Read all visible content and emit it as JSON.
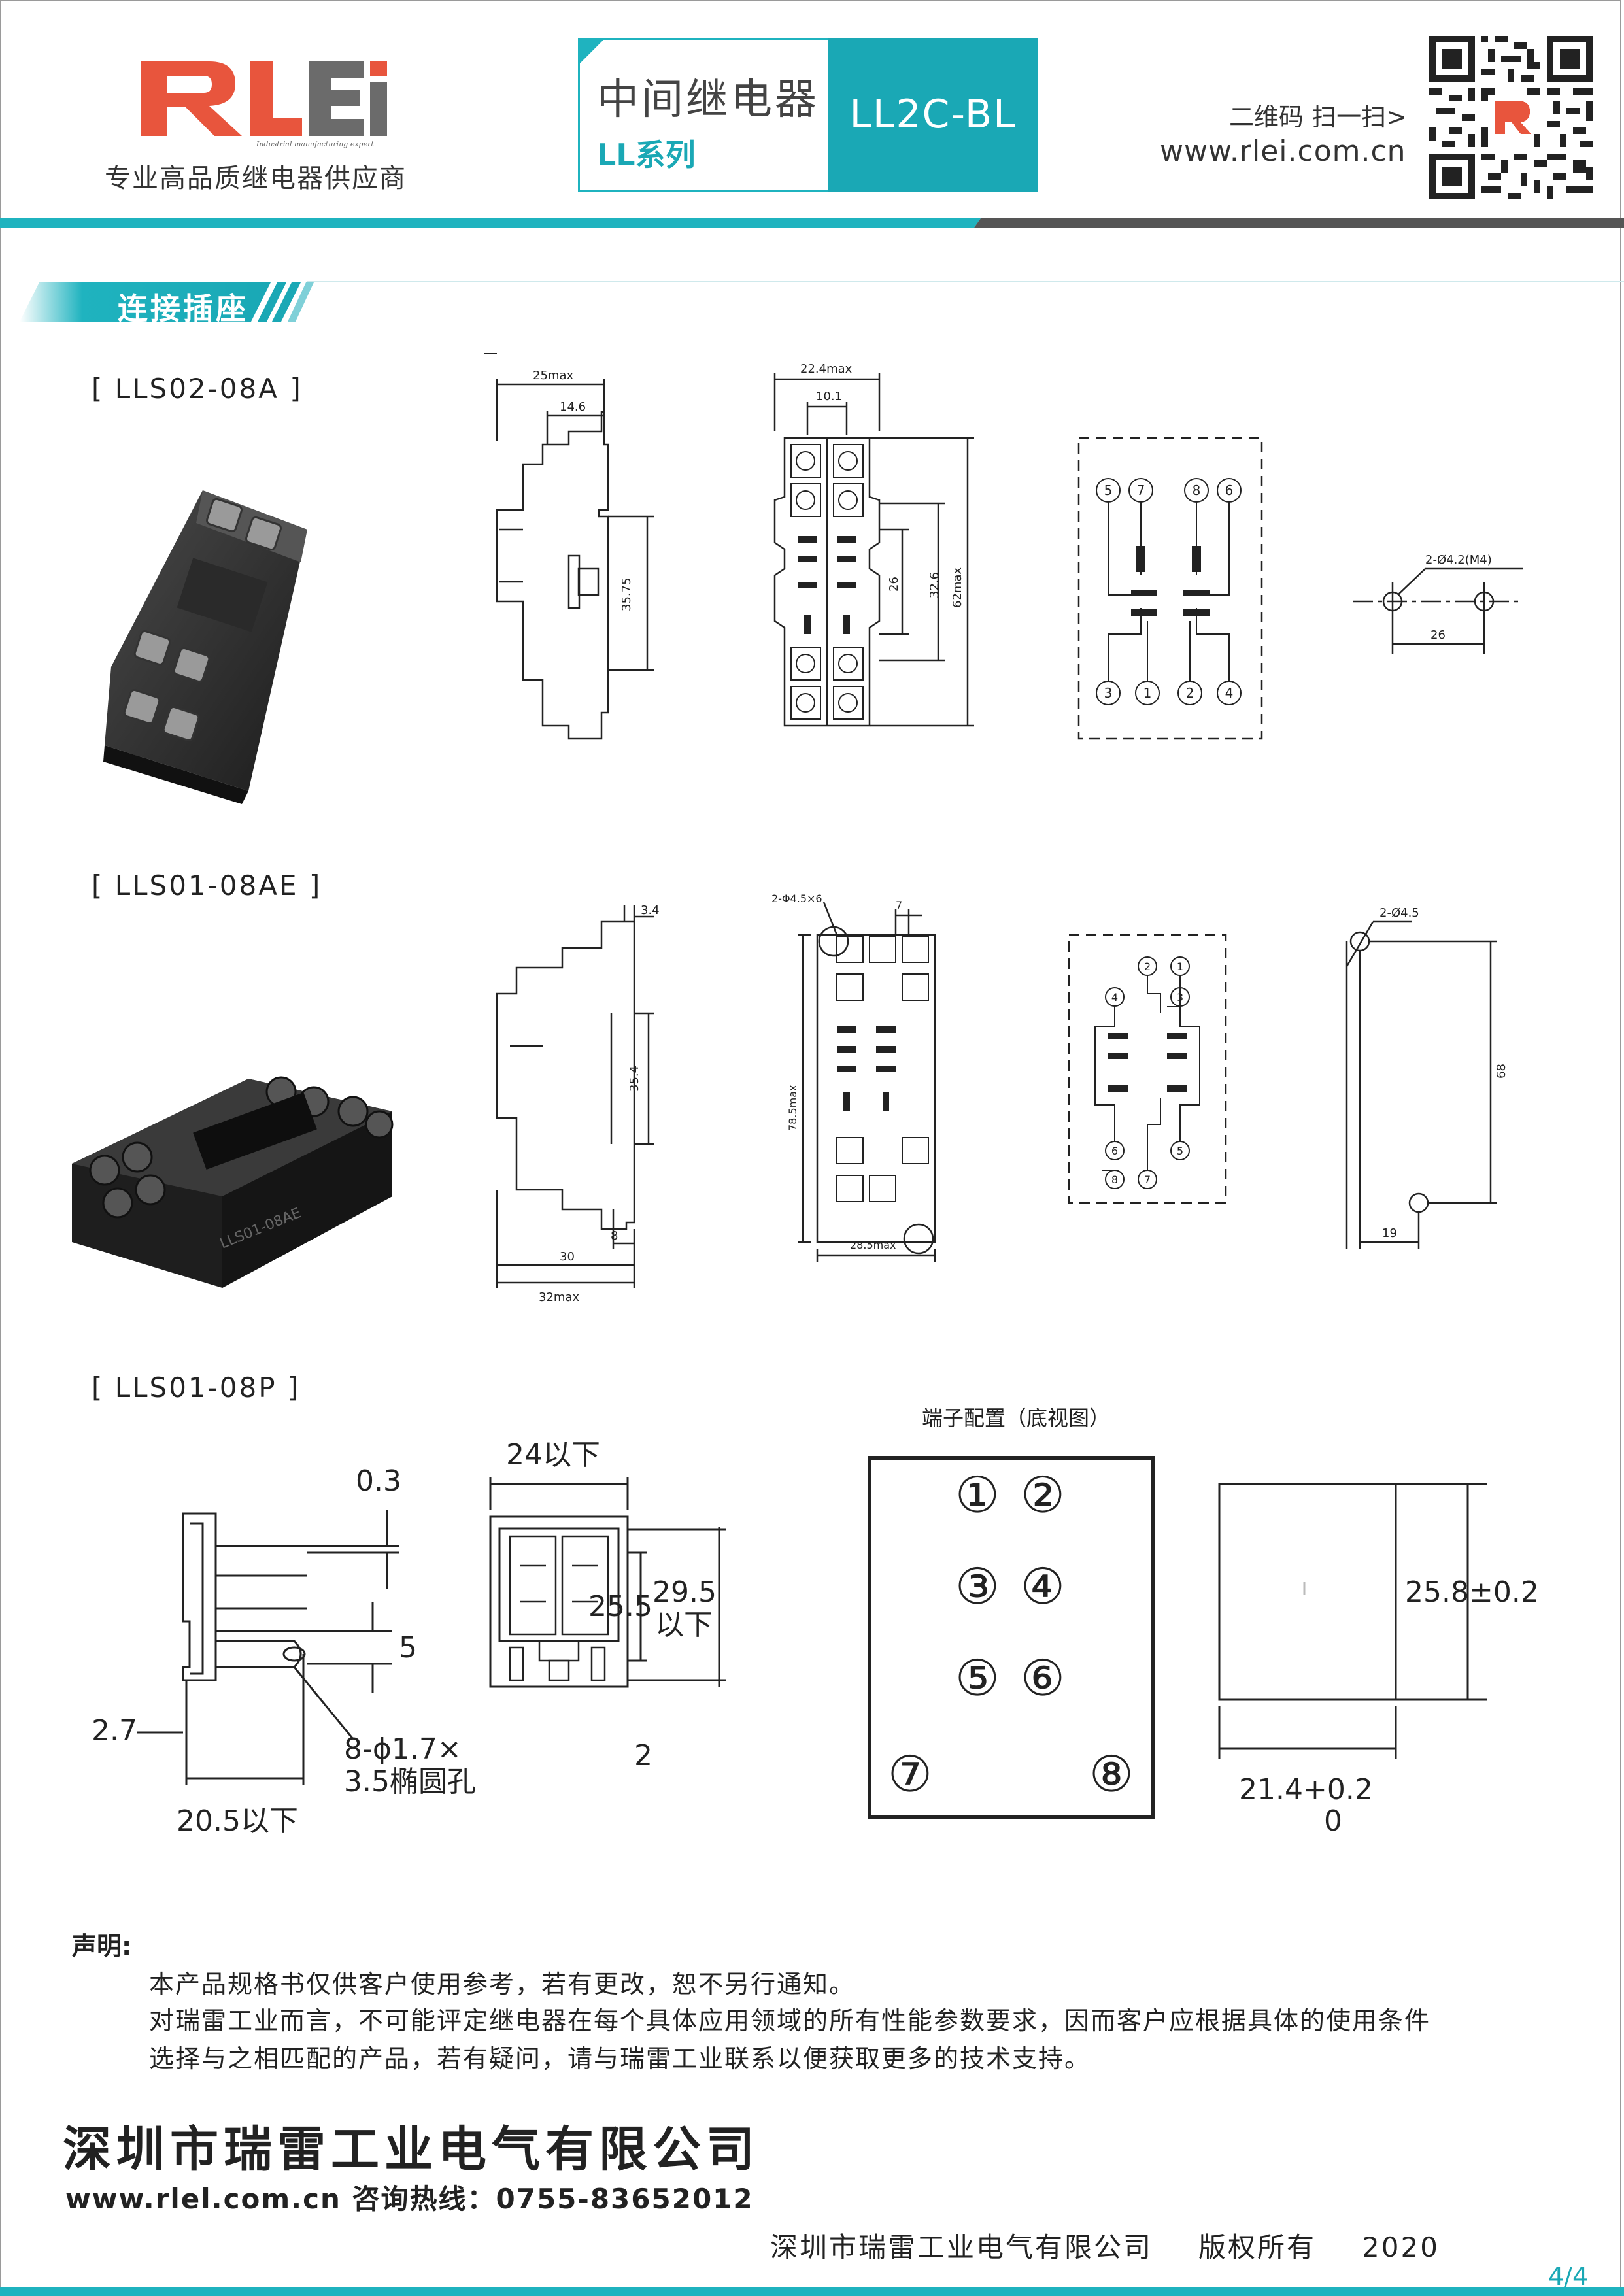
{
  "header": {
    "brand": "RLEi",
    "brand_tagline": "Industrial manufacturing expert",
    "slogan": "专业高品质继电器供应商",
    "title_cn": "中间继电器",
    "series": "LL系列",
    "model": "LL2C-BL",
    "qr_hint": "二维码 扫一扫>",
    "website": "www.rlei.com.cn"
  },
  "section": {
    "title": "连接插座"
  },
  "products": [
    {
      "label": "[ LLS02-08A ]",
      "dims": {
        "d1": "25max",
        "d2": "14.6",
        "d3": "35.75",
        "d4": "22.4max",
        "d5": "10.1",
        "d6": "32.6",
        "d7": "26",
        "d8": "62max",
        "hole": "2-Ø4.2(M4)",
        "pitch": "26"
      },
      "terminals": [
        "5",
        "7",
        "8",
        "6",
        "3",
        "1",
        "2",
        "4"
      ]
    },
    {
      "label": "[ LLS01-08AE ]",
      "dims": {
        "d1": "3.4",
        "d2": "35.4",
        "d3": "8",
        "d4": "30",
        "d5": "32max",
        "d6": "2-Φ4.5×6",
        "d7": "7",
        "d8": "78.5max",
        "d9": "28.5max",
        "hole": "2-Ø4.5",
        "pitch_v": "68",
        "pitch_h": "19"
      },
      "terminals": [
        "2",
        "1",
        "4",
        "3",
        "6",
        "5",
        "8",
        "7"
      ]
    },
    {
      "label": "[ LLS01-08P ]",
      "dims": {
        "d1": "0.3",
        "d2": "5",
        "d3": "2.7",
        "d4": "8-ϕ1.7×",
        "d4b": "3.5椭圆孔",
        "d5": "20.5以下",
        "d6": "24以下",
        "d7": "25.5",
        "d8": "29.5",
        "d8b": "以下",
        "d9": "2",
        "d10": "25.8±0.2",
        "d11": "21.4+0.2",
        "d11b": "0"
      },
      "pin_title": "端子配置（底视图）",
      "pins": [
        "①",
        "②",
        "③",
        "④",
        "⑤",
        "⑥",
        "⑦",
        "⑧"
      ]
    }
  ],
  "notes": {
    "title": "声明:",
    "lines": [
      "本产品规格书仅供客户使用参考，若有更改，恕不另行通知。",
      "对瑞雷工业而言，不可能评定继电器在每个具体应用领域的所有性能参数要求，因而客户应根据具体的使用条件",
      "选择与之相匹配的产品，若有疑问，请与瑞雷工业联系以便获取更多的技术支持。"
    ]
  },
  "footer": {
    "company": "深圳市瑞雷工业电气有限公司",
    "contact": "www.rlel.com.cn  咨询热线：0755-83652012",
    "copyright_company": "深圳市瑞雷工业电气有限公司",
    "copyright": "版权所有",
    "year": "2020",
    "page": "4/4"
  },
  "colors": {
    "accent": "#1aa8b5",
    "brand_red": "#e8553d",
    "brand_gray": "#6b6b6b"
  }
}
